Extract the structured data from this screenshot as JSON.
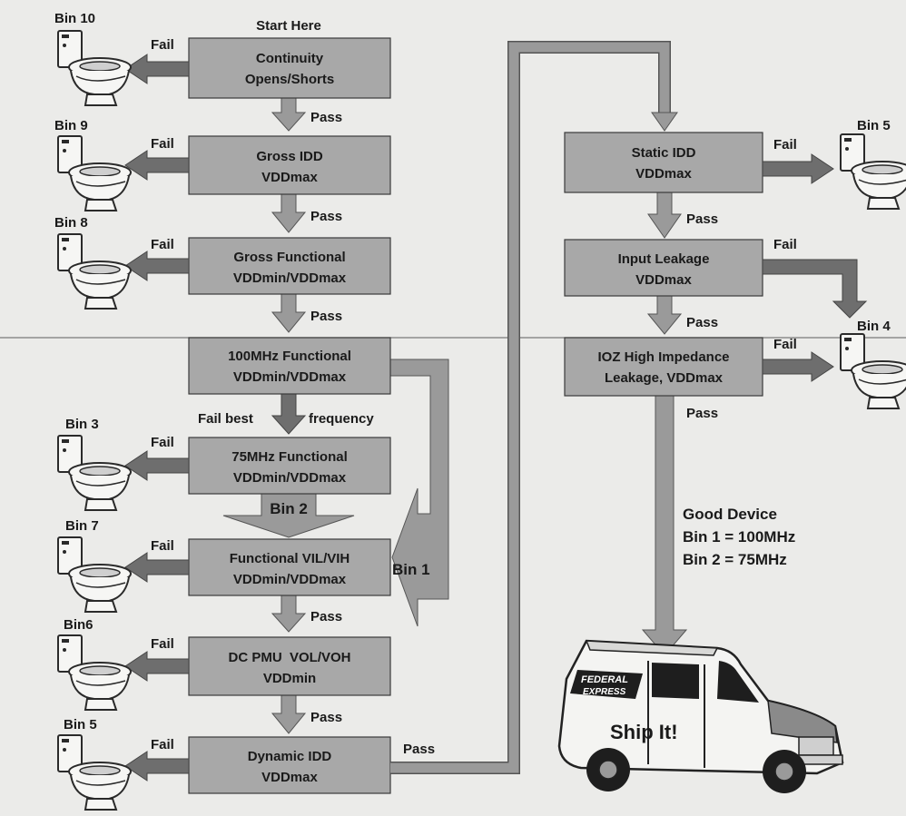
{
  "start_label": "Start Here",
  "boxes": {
    "continuity": [
      "Continuity",
      "Opens/Shorts"
    ],
    "gross_idd": [
      "Gross IDD",
      "VDDmax"
    ],
    "gross_functional": [
      "Gross Functional",
      "VDDmin/VDDmax"
    ],
    "functional_100": [
      "100MHz Functional",
      "VDDmin/VDDmax"
    ],
    "functional_75": [
      "75MHz Functional",
      "VDDmin/VDDmax"
    ],
    "functional_vil": [
      "Functional VIL/VIH",
      "VDDmin/VDDmax"
    ],
    "dc_pmu": [
      "DC PMU  VOL/VOH",
      "VDDmin"
    ],
    "dynamic_idd": [
      "Dynamic IDD",
      "VDDmax"
    ],
    "static_idd": [
      "Static IDD",
      "VDDmax"
    ],
    "input_leakage": [
      "Input Leakage",
      "VDDmax"
    ],
    "ioz": [
      "IOZ High Impedance",
      "Leakage, VDDmax"
    ]
  },
  "bins": {
    "bin10": "Bin 10",
    "bin9": "Bin 9",
    "bin8": "Bin 8",
    "bin3": "Bin 3",
    "bin7": "Bin 7",
    "bin6": "Bin6",
    "bin5_left": "Bin 5",
    "bin5_right": "Bin 5",
    "bin4": "Bin 4"
  },
  "labels": {
    "fail": "Fail",
    "pass": "Pass",
    "fail_best": "Fail best",
    "frequency": "frequency",
    "bin2": "Bin 2",
    "bin1": "Bin 1"
  },
  "good_device": [
    "Good Device",
    "Bin 1 = 100MHz",
    "Bin 2 = 75MHz"
  ],
  "van": {
    "brand_top": "FEDERAL",
    "brand_bottom": "EXPRESS",
    "slogan": "Ship It!"
  }
}
